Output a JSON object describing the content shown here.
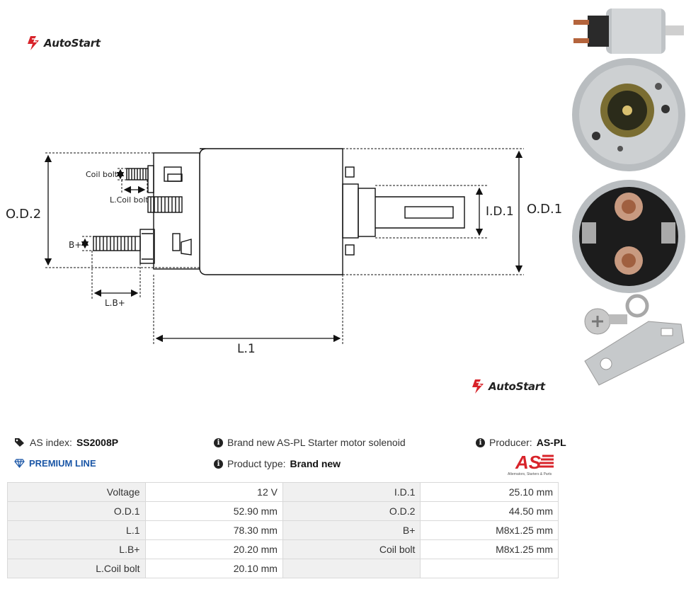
{
  "brand": {
    "name": "AutoStart"
  },
  "drawing": {
    "labels": {
      "od2": "O.D.2",
      "od1": "O.D.1",
      "id1": "I.D.1",
      "l1": "L.1",
      "bplus": "B+",
      "lbplus": "L.B+",
      "coil_bolt": "Coil bolt",
      "l_coil_bolt": "L.Coil bolt"
    }
  },
  "photos": [
    {
      "name": "solenoid-side-photo",
      "alt": "Solenoid side view"
    },
    {
      "name": "solenoid-face-photo",
      "alt": "Solenoid plunger face"
    },
    {
      "name": "solenoid-terminals-photo",
      "alt": "Solenoid terminal end"
    },
    {
      "name": "hardware-kit-photo",
      "alt": "Screw, washer and terminal plate"
    }
  ],
  "info": {
    "as_index_label": "AS index:",
    "as_index_value": "SS2008P",
    "premium_label": "PREMIUM LINE",
    "description": "Brand new AS-PL Starter motor solenoid",
    "product_type_label": "Product type:",
    "product_type_value": "Brand new",
    "producer_label": "Producer:",
    "producer_value": "AS-PL",
    "as_logo_text": "AS",
    "as_logo_tagline": "Alternators, Starters & Parts"
  },
  "specs": {
    "rows": [
      [
        {
          "k": "Voltage",
          "v": "12 V"
        },
        {
          "k": "I.D.1",
          "v": "25.10 mm"
        }
      ],
      [
        {
          "k": "O.D.1",
          "v": "52.90 mm"
        },
        {
          "k": "O.D.2",
          "v": "44.50 mm"
        }
      ],
      [
        {
          "k": "L.1",
          "v": "78.30 mm"
        },
        {
          "k": "B+",
          "v": "M8x1.25 mm"
        }
      ],
      [
        {
          "k": "L.B+",
          "v": "20.20 mm"
        },
        {
          "k": "Coil bolt",
          "v": "M8x1.25 mm"
        }
      ],
      [
        {
          "k": "L.Coil bolt",
          "v": "20.10 mm"
        },
        {
          "k": "",
          "v": ""
        }
      ]
    ]
  },
  "colors": {
    "brand_red": "#d8232a",
    "premium_blue": "#1a56a6",
    "table_key_bg": "#f0f0f0"
  }
}
